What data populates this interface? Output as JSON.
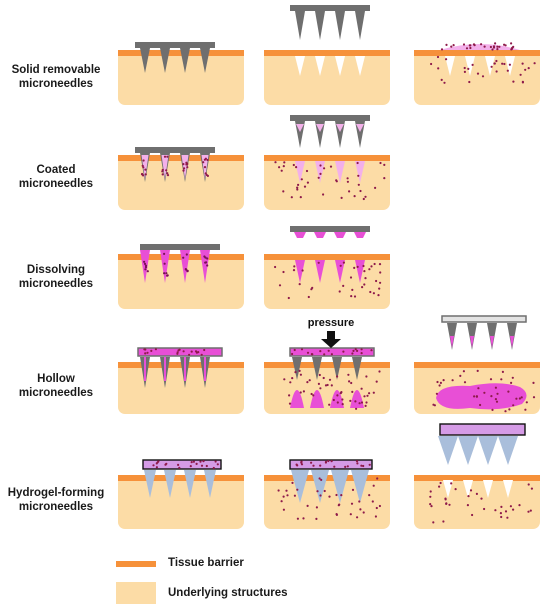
{
  "rows": [
    {
      "id": "solid",
      "label_line1": "Solid removable",
      "label_line2": "microneedles"
    },
    {
      "id": "coated",
      "label_line1": "Coated",
      "label_line2": "microneedles"
    },
    {
      "id": "dissolving",
      "label_line1": "Dissolving",
      "label_line2": "microneedles"
    },
    {
      "id": "hollow",
      "label_line1": "Hollow",
      "label_line2": "microneedles"
    },
    {
      "id": "hydrogel",
      "label_line1": "Hydrogel-forming",
      "label_line2": "microneedles"
    }
  ],
  "annotation": {
    "pressure": "pressure"
  },
  "legend": [
    {
      "label": "Tissue barrier",
      "color": "#f6913a"
    },
    {
      "label": "Underlying structures",
      "color": "#fcdca6"
    }
  ],
  "colors": {
    "tissue": "#fcdca6",
    "barrier": "#f6913a",
    "needle_grey": "#6f6f6f",
    "drug": "#e84fd6",
    "drug_light": "#f3b0ea",
    "particle": "#8e1a4a",
    "hydrogel": "#a9bedb",
    "hydrogel_top": "#d59be6"
  }
}
